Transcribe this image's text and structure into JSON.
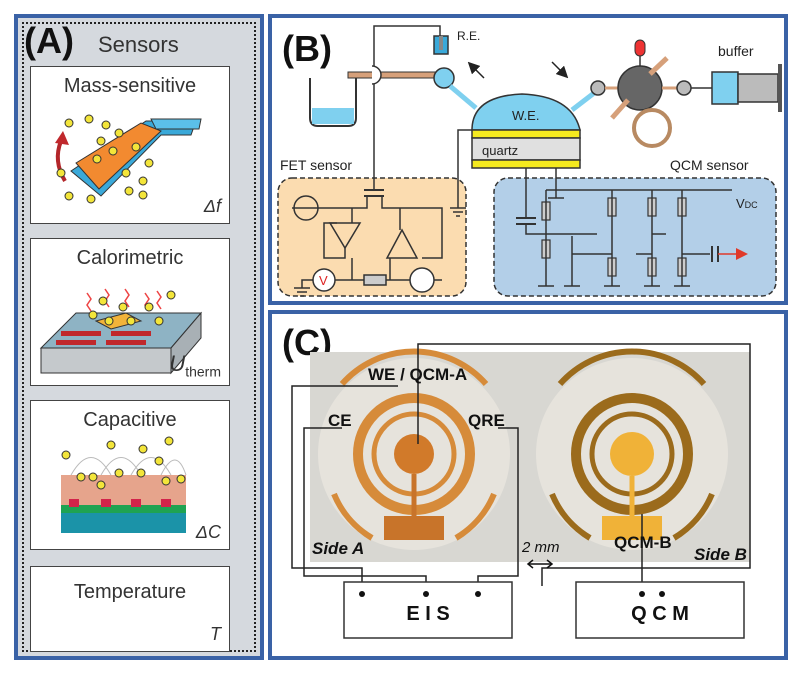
{
  "panel_a": {
    "label": "(A)",
    "title": "Sensors",
    "cards": [
      {
        "title": "Mass-sensitive",
        "symbol": "Δf"
      },
      {
        "title": "Calorimetric",
        "symbol": "U",
        "symbol_sub": "therm"
      },
      {
        "title": "Capacitive",
        "symbol": "ΔC"
      },
      {
        "title": "Temperature",
        "symbol": "T"
      }
    ]
  },
  "panel_b": {
    "label": "(B)",
    "re_label": "R.E.",
    "we_label": "W.E.",
    "quartz_label": "quartz",
    "buffer_label": "buffer",
    "fet_label": "FET sensor",
    "qcm_label": "QCM sensor",
    "vdc_label": "V",
    "vdc_sub": "DC",
    "voltmeter_label": "V"
  },
  "panel_c": {
    "label": "(C)",
    "we_label": "WE / QCM-A",
    "ce_label": "CE",
    "qre_label": "QRE",
    "side_a_label": "Side A",
    "side_b_label": "Side B",
    "scale_label": "2 mm",
    "qcmb_label": "QCM-B",
    "eis_box": "E I S",
    "qcm_box": "Q C M"
  }
}
